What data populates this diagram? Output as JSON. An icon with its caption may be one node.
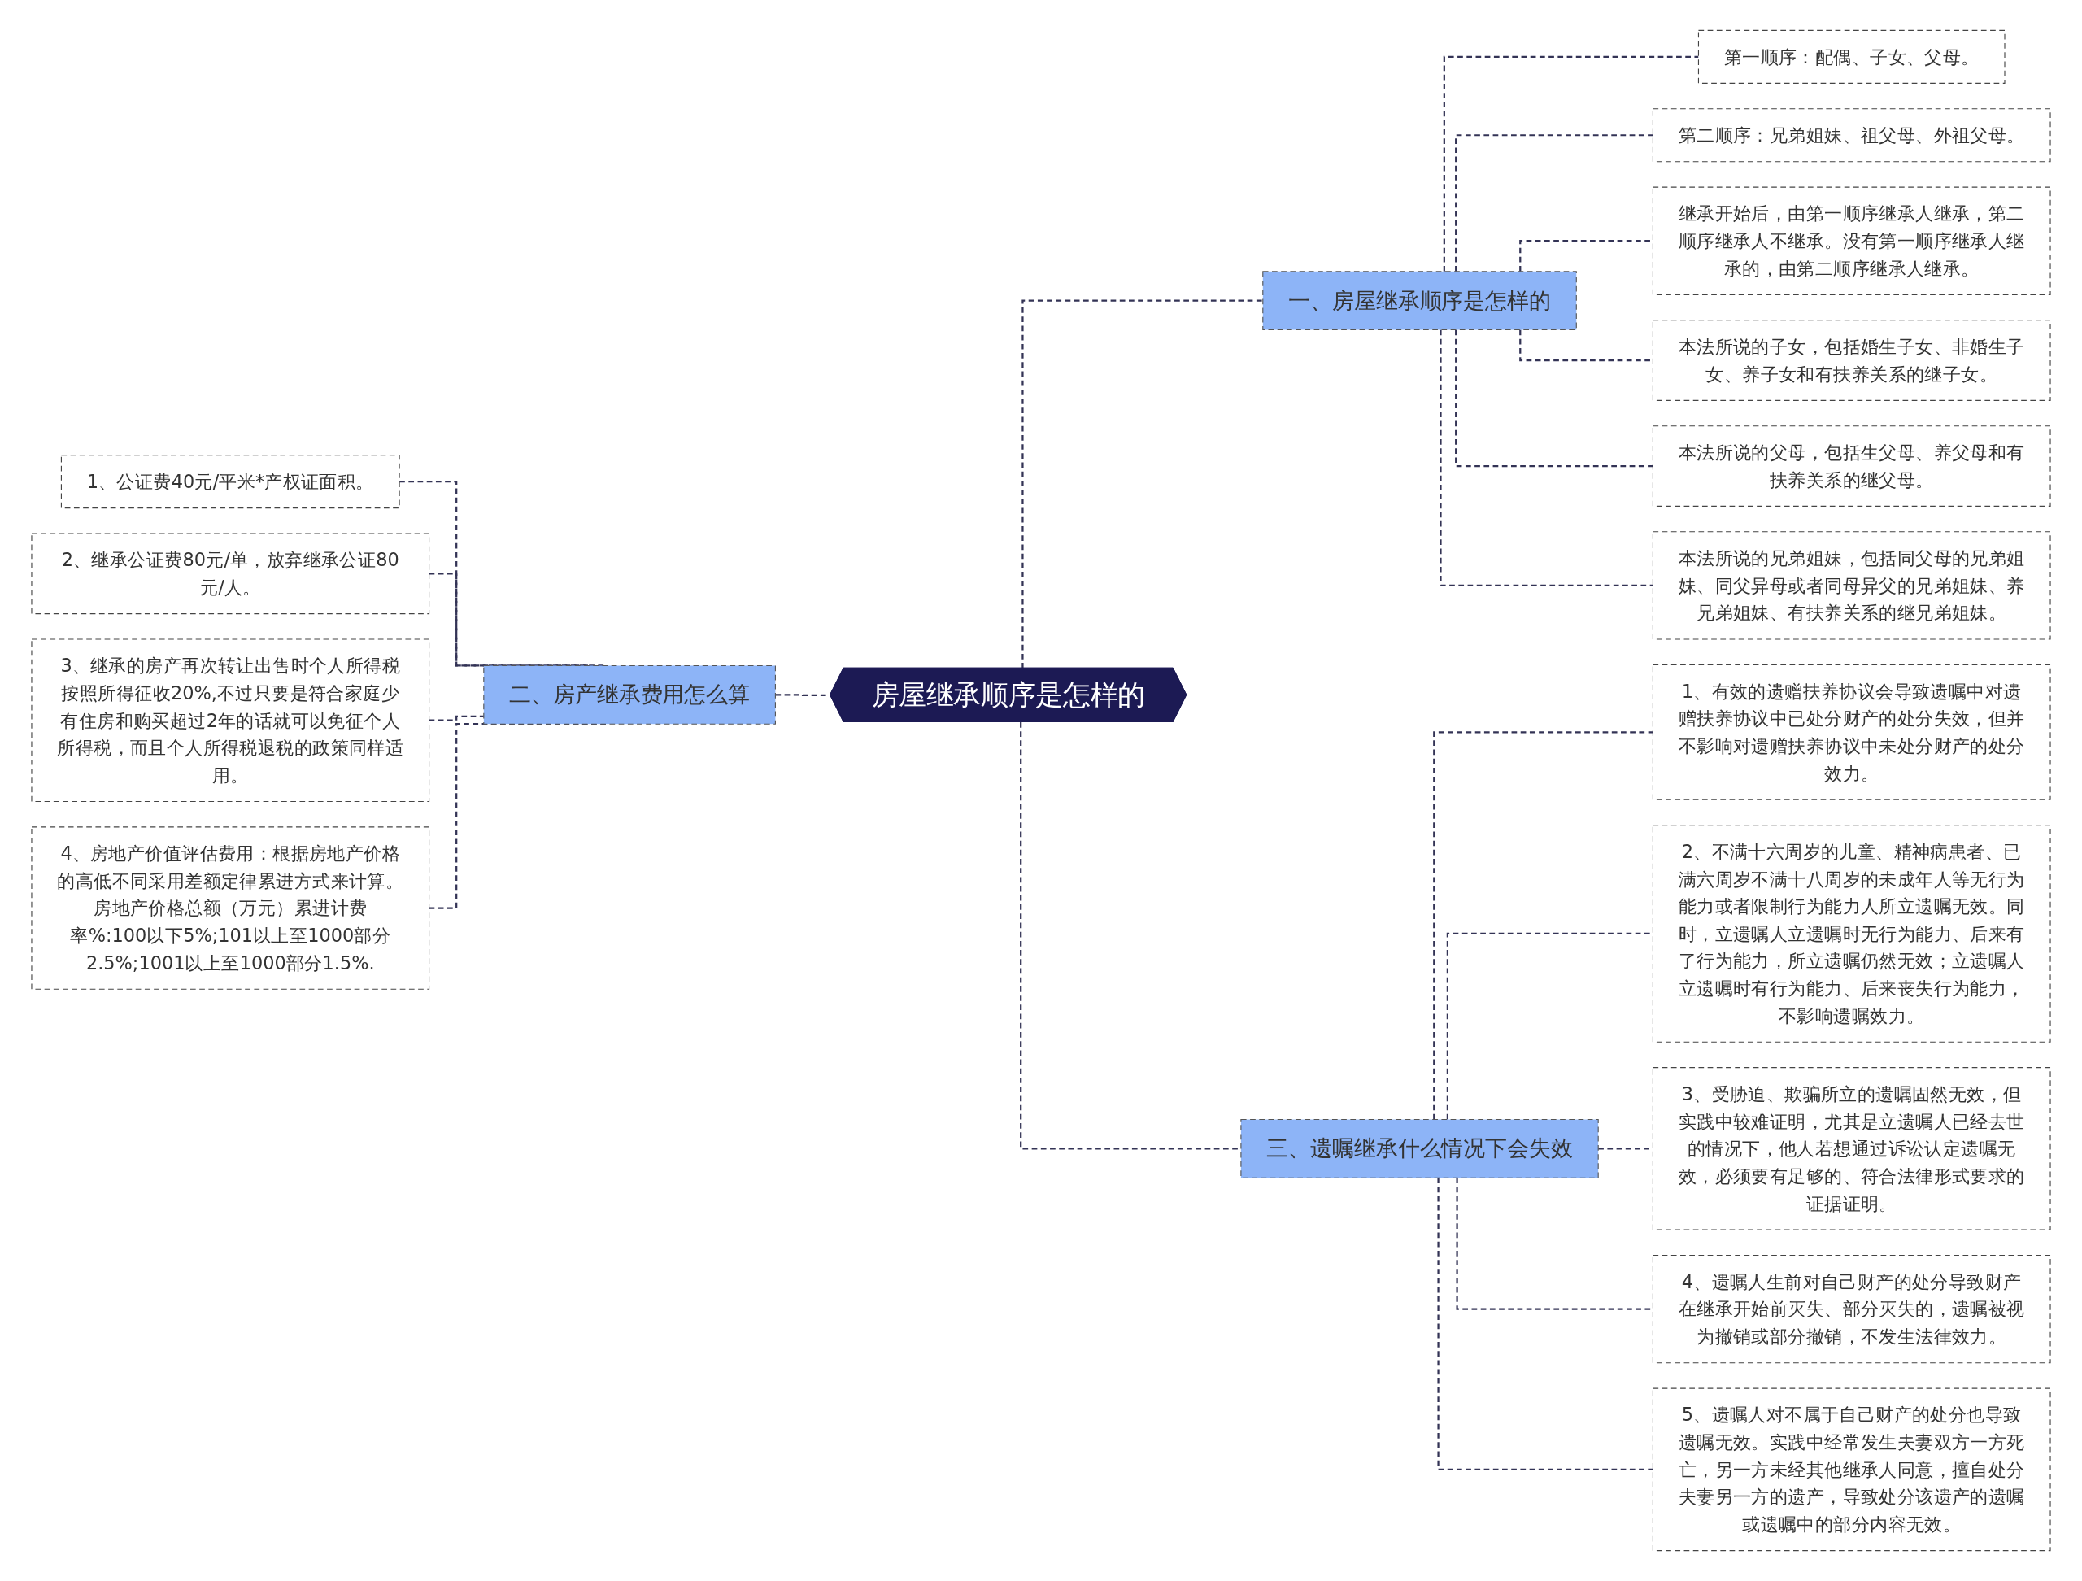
{
  "diagram": {
    "nodes": [
      {
        "text": [
          "房屋继承顺序是怎样的"
        ]
      },
      {
        "text": [
          "一、房屋继承顺序是怎样的"
        ]
      },
      {
        "text": [
          "第一顺序：配偶、子女、父母。"
        ]
      },
      {
        "text": [
          "第二顺序：兄弟姐妹、祖父母、外祖父母。"
        ]
      },
      {
        "text": [
          "继承开始后，由第一顺序继承人继承，第二顺序继承人不继承。没有第一顺序继承人继承的，由第二顺序继承人继承。"
        ]
      },
      {
        "text": [
          "本法所说的子女，包括婚生子女、非婚生子女、养子女和有扶养关系的继子女。"
        ]
      },
      {
        "text": [
          "本法所说的父母，包括生父母、养父母和有扶养关系的继父母。"
        ]
      },
      {
        "text": [
          "本法所说的兄弟姐妹，包括同父母的兄弟姐妹、同父异母或者同母异父的兄弟姐妹、养兄弟姐妹、有扶养关系的继兄弟姐妹。"
        ]
      },
      {
        "text": [
          "二、房产继承费用怎么算"
        ]
      },
      {
        "text": [
          "1、公证费40元/平米*产权证面积。"
        ]
      },
      {
        "text": [
          "2、继承公证费80元/单，放弃继承公证80元/人。"
        ]
      },
      {
        "text": [
          "3、继承的房产再次转让出售时个人所得税按照所得征收20%,不过只要是符合家庭少有住房和购买超过2年的话就可以免征个人所得税，而且个人所得税退税的政策同样适用。"
        ]
      },
      {
        "text": [
          "4、房地产价值评估费用：根据房地产价格的高低不同采用差额定律累进方式来计算。房地产价格总额（万元）累进计费率%:100以下5%;101以上至1000部分2.5%;1001以上至1000部分1.5%."
        ]
      },
      {
        "text": [
          "三、遗嘱继承什么情况下会失效"
        ]
      },
      {
        "text": [
          "1、有效的遗赠扶养协议会导致遗嘱中对遗赠扶养协议中已处分财产的处分失效，但并不影响对遗赠扶养协议中未处分财产的处分效力。"
        ]
      },
      {
        "text": [
          "2、不满十六周岁的儿童、精神病患者、已满六周岁不满十八周岁的未成年人等无行为能力或者限制行为能力人所立遗嘱无效。同时，立遗嘱人立遗嘱时无行为能力、后来有了行为能力，所立遗嘱仍然无效；立遗嘱人立遗嘱时有行为能力、后来丧失行为能力，不影响遗嘱效力。"
        ]
      },
      {
        "text": [
          "3、受胁迫、欺骗所立的遗嘱固然无效，但实践中较难证明，尤其是立遗嘱人已经去世的情况下，他人若想通过诉讼认定遗嘱无效，必须要有足够的、符合法律形式要求的证据证明。"
        ]
      },
      {
        "text": [
          "4、遗嘱人生前对自己财产的处分导致财产在继承开始前灭失、部分灭失的，遗嘱被视为撤销或部分撤销，不发生法律效力。"
        ]
      },
      {
        "text": [
          "5、遗嘱人对不属于自己财产的处分也导致遗嘱无效。实践中经常发生夫妻双方一方死亡，另一方未经其他继承人同意，擅自处分夫妻另一方的遗产，导致处分该遗产的遗嘱或遗嘱中的部分内容无效。"
        ]
      }
    ],
    "edges": [
      {
        "from": 0,
        "to": 1,
        "arrow": "none",
        "style": "dashed"
      },
      {
        "from": 1,
        "to": 2,
        "arrow": "none",
        "style": "dashed"
      },
      {
        "from": 1,
        "to": 3,
        "arrow": "none",
        "style": "dashed"
      },
      {
        "from": 1,
        "to": 4,
        "arrow": "none",
        "style": "dashed"
      },
      {
        "from": 1,
        "to": 5,
        "arrow": "none",
        "style": "dashed"
      },
      {
        "from": 1,
        "to": 6,
        "arrow": "none",
        "style": "dashed"
      },
      {
        "from": 1,
        "to": 7,
        "arrow": "none",
        "style": "dashed"
      },
      {
        "from": 0,
        "to": 8,
        "arrow": "none",
        "style": "dashed"
      },
      {
        "from": 8,
        "to": 9,
        "arrow": "none",
        "style": "dashed"
      },
      {
        "from": 8,
        "to": 10,
        "arrow": "none",
        "style": "dashed"
      },
      {
        "from": 8,
        "to": 11,
        "arrow": "none",
        "style": "dashed"
      },
      {
        "from": 8,
        "to": 12,
        "arrow": "none",
        "style": "dashed"
      },
      {
        "from": 0,
        "to": 13,
        "arrow": "none",
        "style": "dashed"
      },
      {
        "from": 13,
        "to": 14,
        "arrow": "none",
        "style": "dashed"
      },
      {
        "from": 13,
        "to": 15,
        "arrow": "none",
        "style": "dashed"
      },
      {
        "from": 13,
        "to": 16,
        "arrow": "none",
        "style": "dashed"
      },
      {
        "from": 13,
        "to": 17,
        "arrow": "none",
        "style": "dashed"
      },
      {
        "from": 13,
        "to": 18,
        "arrow": "none",
        "style": "dashed"
      }
    ]
  }
}
